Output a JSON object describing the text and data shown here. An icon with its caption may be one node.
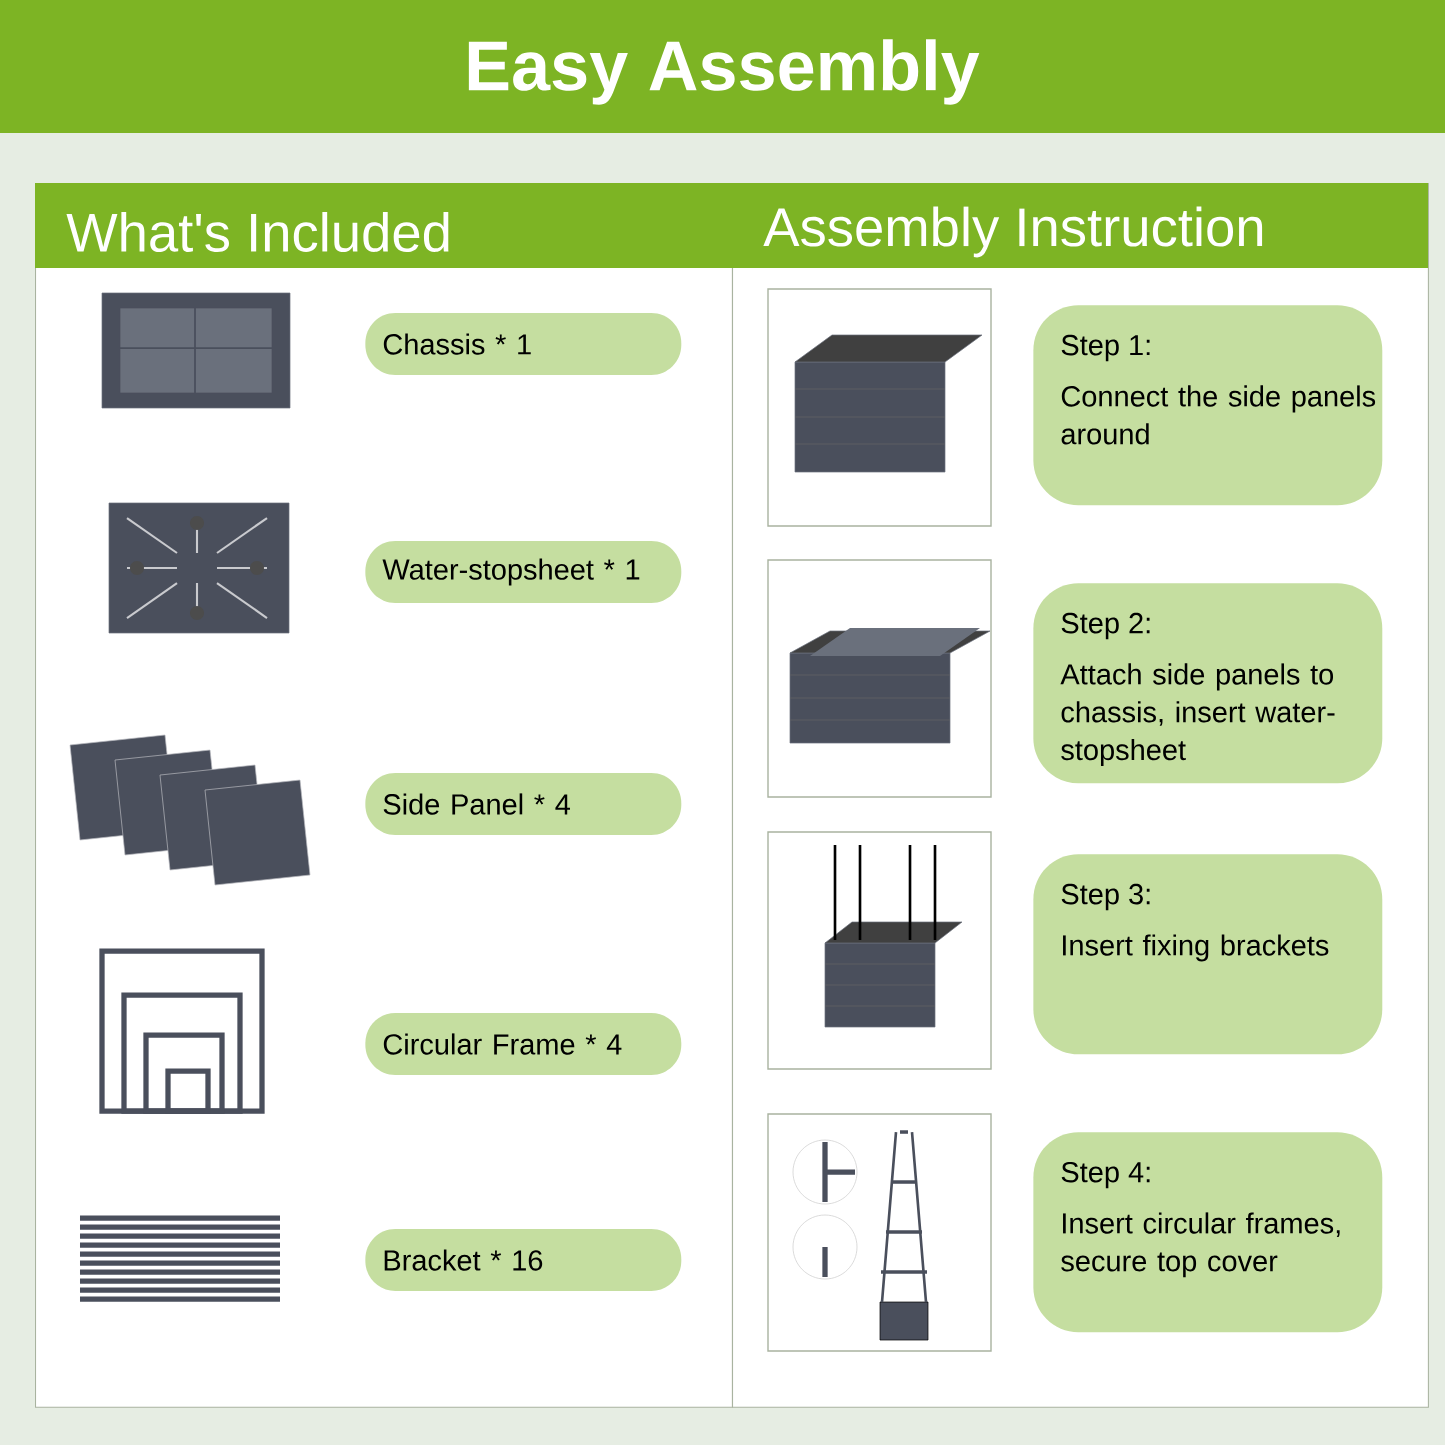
{
  "diagram": {
    "title": "Easy Assembly",
    "nodes": [
      {
        "text": [
          "What's Included"
        ]
      },
      {
        "text": [
          "Chassis * 1"
        ],
        "in": 0
      },
      {
        "text": [
          "Water-stopsheet * 1"
        ],
        "in": 0
      },
      {
        "text": [
          "Side Panel * 4"
        ],
        "in": 0
      },
      {
        "text": [
          "Circular Frame * 4"
        ],
        "in": 0
      },
      {
        "text": [
          "Bracket * 16"
        ],
        "in": 0
      },
      {
        "text": [
          "Assembly Instruction"
        ]
      },
      {
        "text": [
          "Step 1:",
          "Connect the side panels around"
        ],
        "in": 6
      },
      {
        "text": [
          "Step 2:",
          "Attach side panels to chassis, insert water-stopsheet"
        ],
        "in": 6
      },
      {
        "text": [
          "Step 3:",
          "Insert fixing brackets"
        ],
        "in": 6
      },
      {
        "text": [
          "Step 4:",
          "Insert circular frames, secure top cover"
        ],
        "in": 6
      }
    ]
  }
}
